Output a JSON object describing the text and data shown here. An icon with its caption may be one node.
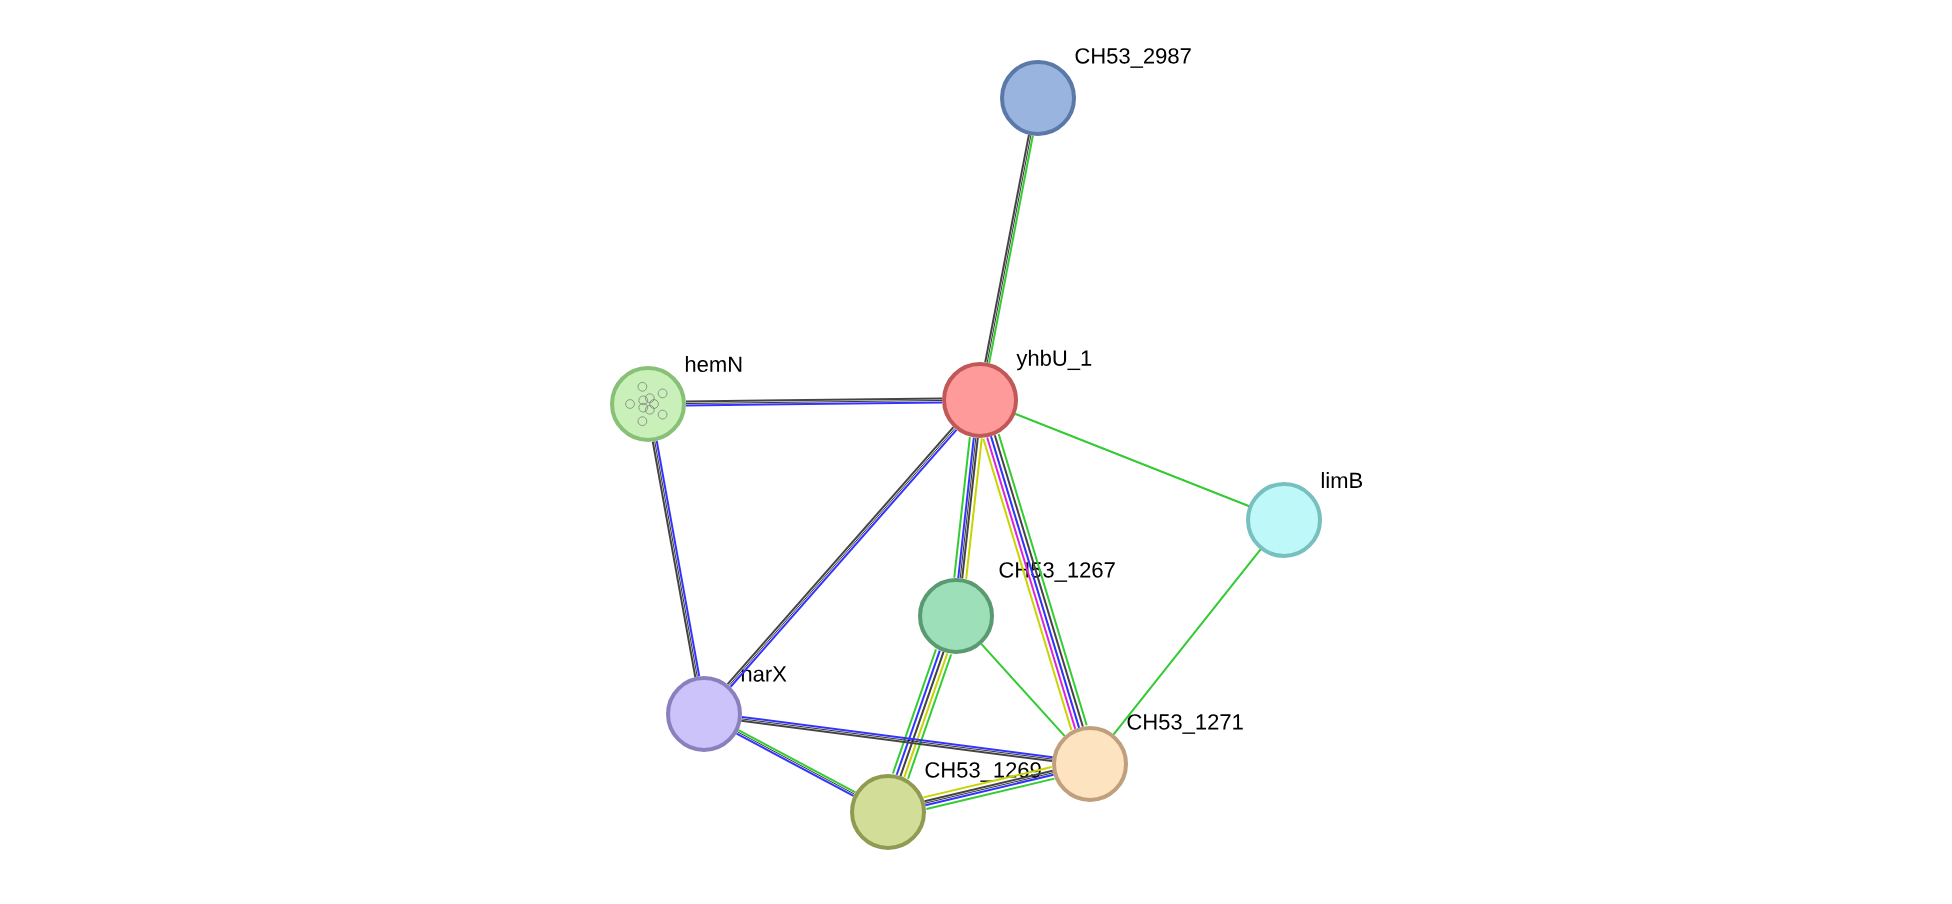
{
  "diagram": {
    "nodes": [
      {
        "text": [
          "CH53_2987"
        ]
      },
      {
        "text": [
          "hemN"
        ]
      },
      {
        "text": [
          "yhbU_1"
        ]
      },
      {
        "text": [
          "limB"
        ]
      },
      {
        "text": [
          "CH53_1267"
        ]
      },
      {
        "text": [
          "narX"
        ]
      },
      {
        "text": [
          "CH53_1271"
        ]
      },
      {
        "text": [
          "CH53_1269"
        ]
      }
    ],
    "edges": [
      {
        "from": 2,
        "to": 0,
        "arrow": "none"
      },
      {
        "from": 2,
        "to": 1,
        "arrow": "none"
      },
      {
        "from": 2,
        "to": 3,
        "arrow": "none"
      },
      {
        "from": 2,
        "to": 5,
        "arrow": "none"
      },
      {
        "from": 2,
        "to": 4,
        "arrow": "none"
      },
      {
        "from": 2,
        "to": 6,
        "arrow": "none",
        "color": "#33cc33"
      },
      {
        "from": 1,
        "to": 5,
        "arrow": "none"
      },
      {
        "from": 3,
        "to": 6,
        "arrow": "none"
      },
      {
        "from": 4,
        "to": 6,
        "arrow": "none"
      },
      {
        "from": 4,
        "to": 7,
        "arrow": "none",
        "color": "#3333ff"
      },
      {
        "from": 5,
        "to": 6,
        "arrow": "none"
      },
      {
        "from": 5,
        "to": 7,
        "arrow": "none",
        "color": "#3333ff"
      },
      {
        "from": 7,
        "to": 6,
        "arrow": "none",
        "color": "#33cc33"
      }
    ]
  }
}
